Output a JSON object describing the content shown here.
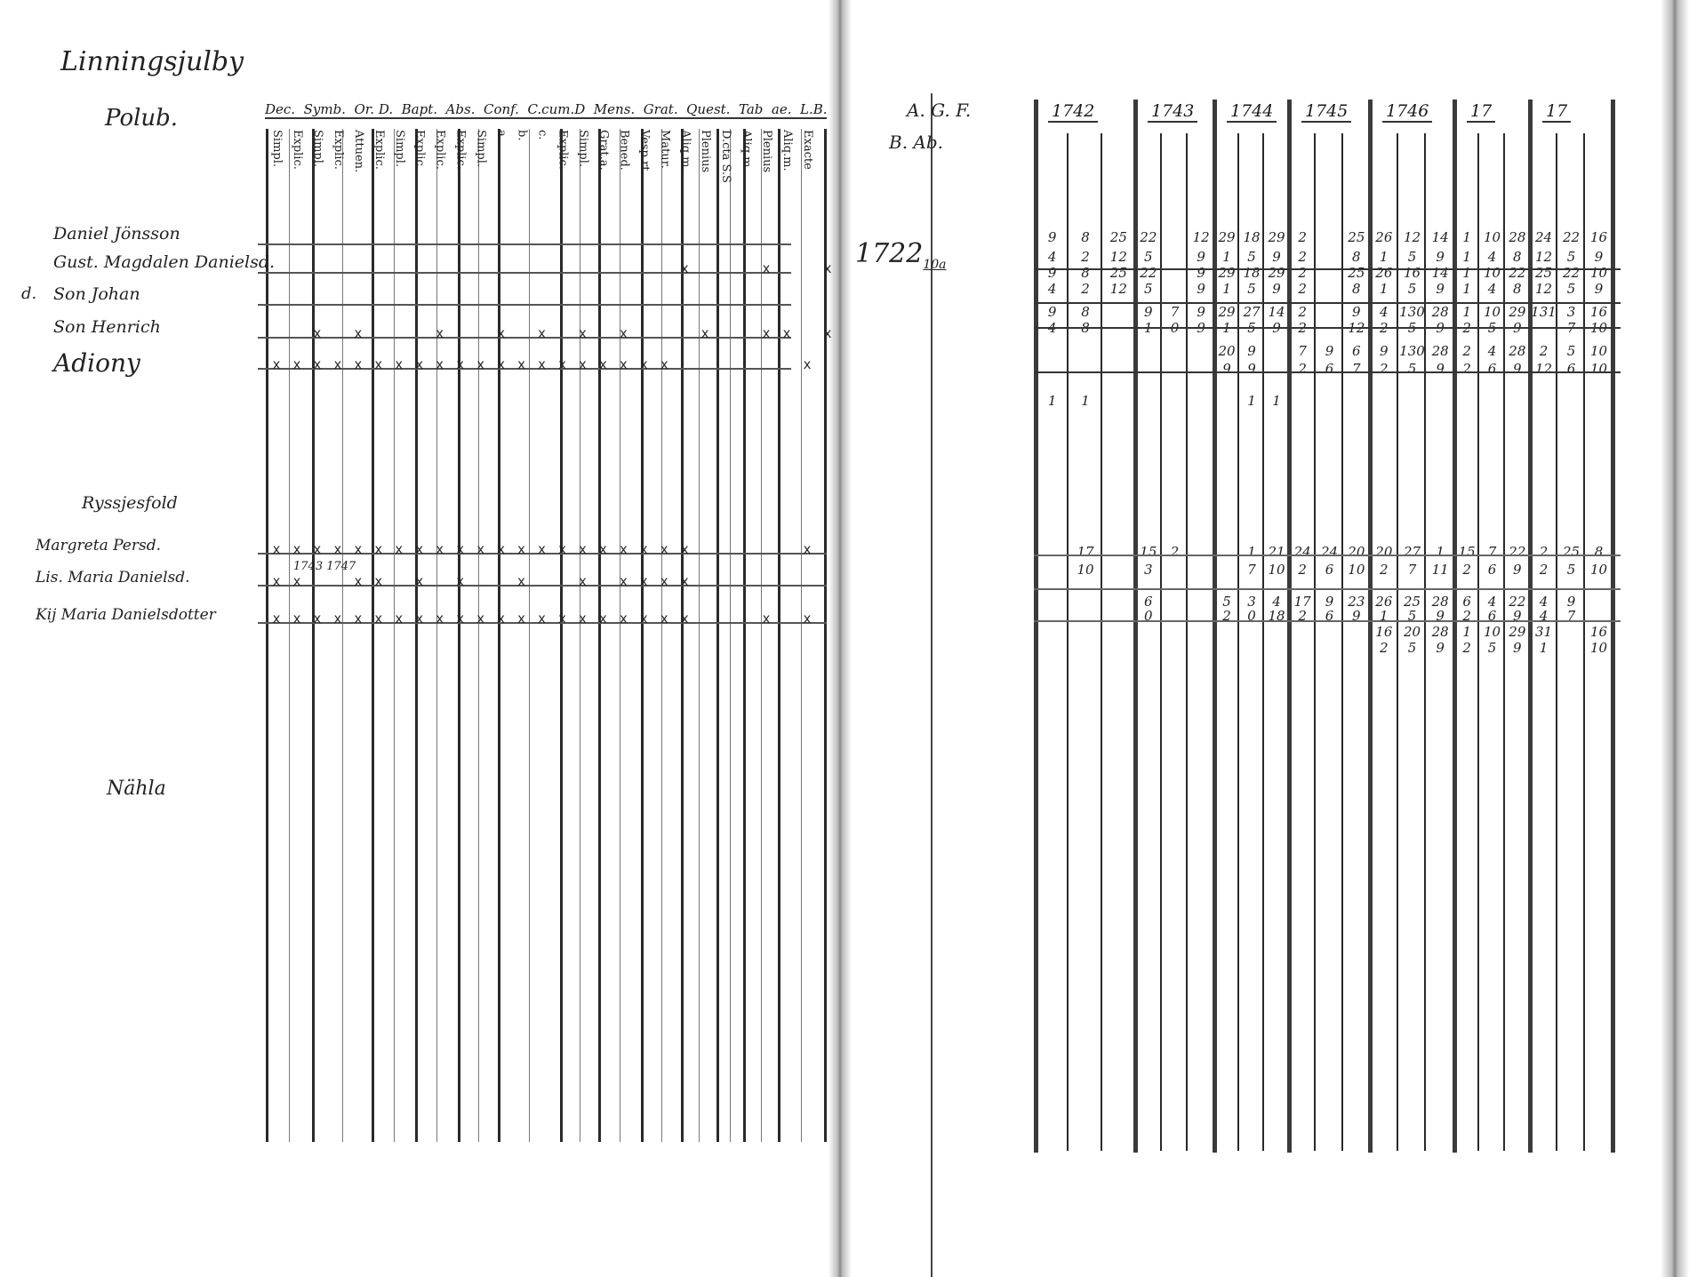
{
  "left_page": {
    "title": "Linningsjulby",
    "subtitle": "Polub.",
    "header_row": "Dec.  Symb.  Or. D.  Bapt.  Abs.  Conf.  C.cum.D  Mens.  Grat.  Quest.  Tab  ae.  L.B.",
    "column_labels": [
      "Simpl.",
      "Explic.",
      "Simpl.",
      "Explic.",
      "Attuen.",
      "Explic.",
      "Simpl.",
      "Explic.",
      "Explic.",
      "Explic.",
      "Simpl.",
      "a.",
      "b.",
      "c.",
      "Explic.",
      "Simpl.",
      "Grat.a.",
      "Bened.",
      "Vesp.rt.",
      "Matur.",
      "Aliq.m.",
      "Plenius",
      "D.cta S.S",
      "Aliq.m.",
      "Plenius",
      "Aliq.m.",
      "Exacte"
    ],
    "household1": [
      {
        "name": "Daniel Jönsson",
        "prefix": "",
        "marks": ""
      },
      {
        "name": "Gust. Magdalen Danielsd.",
        "prefix": "",
        "marks": "                    x   x  x"
      },
      {
        "name": "Son Johan",
        "prefix": "d.",
        "marks": ""
      },
      {
        "name": "Son Henrich",
        "prefix": "",
        "marks": "  x x   x  x x x x   x  xx x"
      },
      {
        "name": "Adiony",
        "prefix": "",
        "marks": "xxxxxxxxxxxxxxxxxxxx      x"
      }
    ],
    "household2_label": "Ryssjesfold",
    "household2": [
      {
        "name": "Margreta Persd.",
        "marks": "xxxxxxxxxxxxxxxxxxxxx     x"
      },
      {
        "name": "Lis. Maria Danielsd.",
        "note": "1743 1747",
        "marks": "xx  xx x x  x  x xxxx"
      },
      {
        "name": "Kij Maria Danielsdotter",
        "marks": "xxxxxxxxxxxxxxxxxxxxx   x x"
      }
    ],
    "footer_name": "Nähla"
  },
  "middle": {
    "head_top": "A. G. F.",
    "head_bottom": "B. Ab.",
    "year_note": "1722",
    "year_note_sup": "10a"
  },
  "right_page": {
    "years": [
      "1742",
      "1743",
      "1744",
      "1745",
      "1746",
      "17",
      "17"
    ],
    "rows_upper": [
      [
        "9",
        "8",
        "25",
        "22",
        "",
        "12",
        "29",
        "18",
        "29",
        "2",
        "",
        "25",
        "26",
        "12",
        "14",
        "1",
        "10",
        "28",
        "24",
        "22",
        "16"
      ],
      [
        "4",
        "2",
        "12",
        "5",
        "",
        "9",
        "1",
        "5",
        "9",
        "2",
        "",
        "8",
        "1",
        "5",
        "9",
        "1",
        "4",
        "8",
        "12",
        "5",
        "9"
      ],
      [
        "9",
        "8",
        "25",
        "22",
        "",
        "9",
        "29",
        "18",
        "29",
        "2",
        "",
        "25",
        "26",
        "16",
        "14",
        "1",
        "10",
        "22",
        "25",
        "22",
        "10"
      ],
      [
        "4",
        "2",
        "12",
        "5",
        "",
        "9",
        "1",
        "5",
        "9",
        "2",
        "",
        "8",
        "1",
        "5",
        "9",
        "1",
        "4",
        "8",
        "12",
        "5",
        "9"
      ],
      [
        "9",
        "8",
        "",
        "9",
        "7",
        "9",
        "29",
        "27",
        "14",
        "2",
        "",
        "9",
        "4",
        "130",
        "28",
        "1",
        "10",
        "29",
        "131",
        "3",
        "16"
      ],
      [
        "4",
        "8",
        "",
        "1",
        "0",
        "9",
        "1",
        "5",
        "9",
        "2",
        "",
        "12",
        "2",
        "5",
        "9",
        "2",
        "5",
        "9",
        "",
        "7",
        "10"
      ],
      [
        "",
        "",
        "",
        "",
        "",
        "",
        "20",
        "9",
        "",
        "7",
        "9",
        "6",
        "9",
        "130",
        "28",
        "2",
        "4",
        "28",
        "2",
        "5",
        "10"
      ],
      [
        "",
        "",
        "",
        "",
        "",
        "",
        "9",
        "9",
        "",
        "2",
        "6",
        "7",
        "2",
        "5",
        "9",
        "2",
        "6",
        "9",
        "12",
        "6",
        "10"
      ],
      [
        "1",
        "1",
        "",
        "",
        "",
        "",
        "",
        "1",
        "1",
        "",
        "",
        "",
        "",
        "",
        "",
        "",
        "",
        "",
        "",
        "",
        ""
      ]
    ],
    "rows_lower": [
      [
        "",
        "17",
        "",
        "15",
        "2",
        "",
        "",
        "1",
        "21",
        "24",
        "24",
        "20",
        "20",
        "27",
        "1",
        "15",
        "7",
        "22",
        "2",
        "25",
        "8"
      ],
      [
        "",
        "10",
        "",
        "3",
        "",
        "",
        "",
        "7",
        "10",
        "2",
        "6",
        "10",
        "2",
        "7",
        "11",
        "2",
        "6",
        "9",
        "2",
        "5",
        "10"
      ],
      [
        "",
        "",
        "",
        "6",
        "",
        "",
        "5",
        "3",
        "4",
        "17",
        "9",
        "23",
        "26",
        "25",
        "28",
        "6",
        "4",
        "22",
        "4",
        "9",
        ""
      ],
      [
        "",
        "",
        "",
        "0",
        "",
        "",
        "2",
        "0",
        "18",
        "2",
        "6",
        "9",
        "1",
        "5",
        "9",
        "2",
        "6",
        "9",
        "4",
        "7",
        ""
      ],
      [
        "",
        "",
        "",
        "",
        "",
        "",
        "",
        "",
        "",
        "",
        "",
        "",
        "16",
        "20",
        "28",
        "1",
        "10",
        "29",
        "31",
        "",
        "16"
      ],
      [
        "",
        "",
        "",
        "",
        "",
        "",
        "",
        "",
        "",
        "",
        "",
        "",
        "2",
        "5",
        "9",
        "2",
        "5",
        "9",
        "1",
        "",
        "10"
      ]
    ]
  }
}
